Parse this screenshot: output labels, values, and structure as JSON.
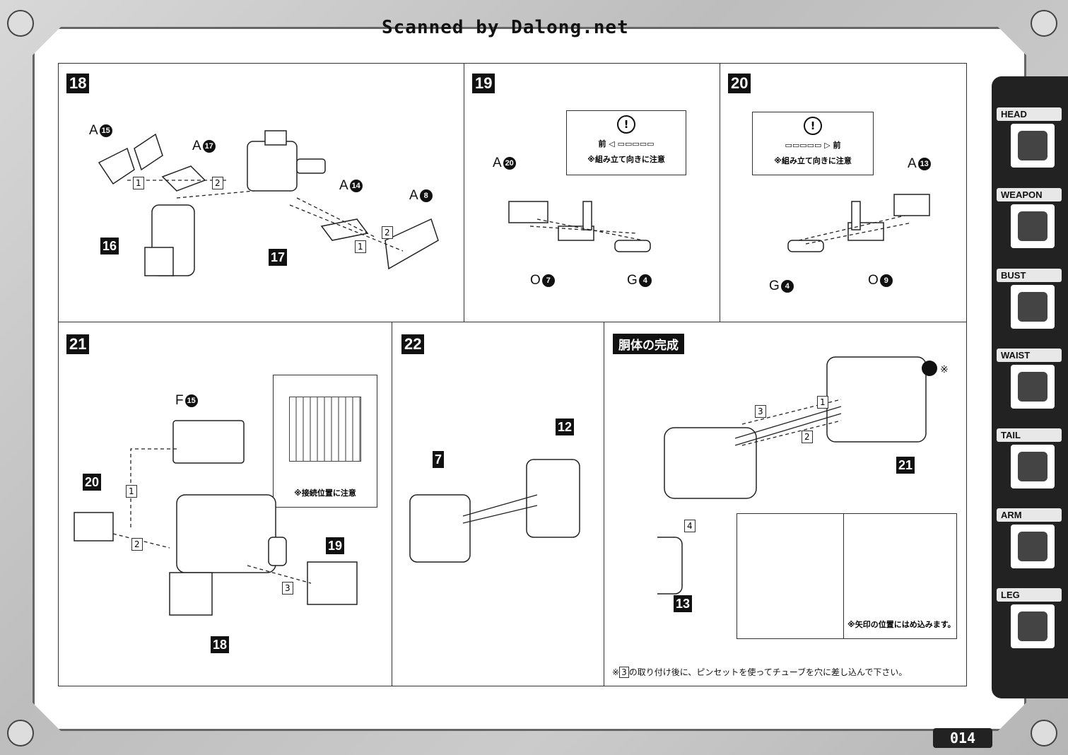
{
  "header": {
    "scan_credit": "Scanned by Dalong.net"
  },
  "steps": {
    "s18": {
      "num": "18",
      "parts": {
        "a15": "15",
        "a17": "17",
        "a14": "14",
        "a8": "8",
        "p16": "16",
        "p17": "17"
      },
      "seq": [
        "1",
        "2",
        "2",
        "1"
      ]
    },
    "s19": {
      "num": "19",
      "parts": {
        "a20": "20",
        "o7": "7",
        "g4": "4"
      },
      "note_front": "前",
      "note_text": "※組み立て向きに注意"
    },
    "s20": {
      "num": "20",
      "parts": {
        "a13": "13",
        "g4": "4",
        "o9": "9"
      },
      "note_front": "前",
      "note_text": "※組み立て向きに注意"
    },
    "s21": {
      "num": "21",
      "parts": {
        "f15": "15",
        "p20": "20",
        "p19": "19",
        "p18": "18"
      },
      "seq": [
        "1",
        "2",
        "3"
      ],
      "note_text": "※接続位置に注意"
    },
    "s22": {
      "num": "22",
      "parts": {
        "p7": "7",
        "p12": "12"
      }
    },
    "complete": {
      "title": "胴体の完成",
      "parts": {
        "p21": "21",
        "p13": "13"
      },
      "seq": [
        "3",
        "1",
        "2",
        "4"
      ],
      "mark": "※",
      "inset_note": "※矢印の位置にはめ込みます。",
      "footnote_pre": "※",
      "footnote_num": "3",
      "footnote_post": "の取り付け後に、ピンセットを使ってチューブを穴に差し込んで下さい。"
    }
  },
  "letters": {
    "a": "A",
    "o": "O",
    "g": "G",
    "f": "F"
  },
  "sidebar": {
    "items": [
      "HEAD",
      "WEAPON",
      "BUST",
      "WAIST",
      "TAIL",
      "ARM",
      "LEG"
    ]
  },
  "page_number": "014"
}
